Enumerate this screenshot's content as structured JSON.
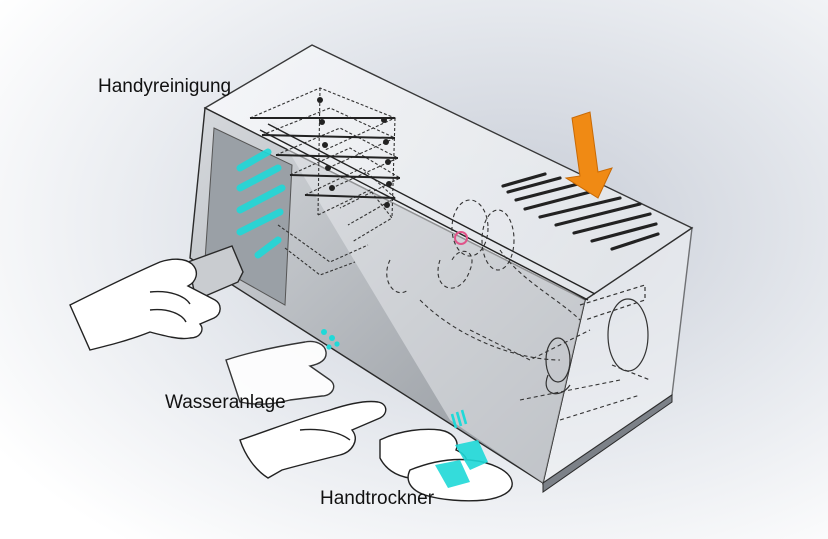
{
  "labels": {
    "cleaning": "Handyreinigung",
    "water": "Wasseranlage",
    "dryer": "Handtrockner"
  },
  "colors": {
    "arrow": "#f08a14",
    "cyan": "#1fd9d8",
    "pink": "#e0558a",
    "box_top": "#f2f3f5",
    "box_front": "#b8bcc1",
    "outline": "#2a2a2a"
  },
  "icons": {
    "arrow": "down-arrow-icon",
    "water_drops": "water-drop-icon",
    "dryer_bars": "dryer-bars-icon",
    "sensor": "sensor-ring-icon"
  }
}
